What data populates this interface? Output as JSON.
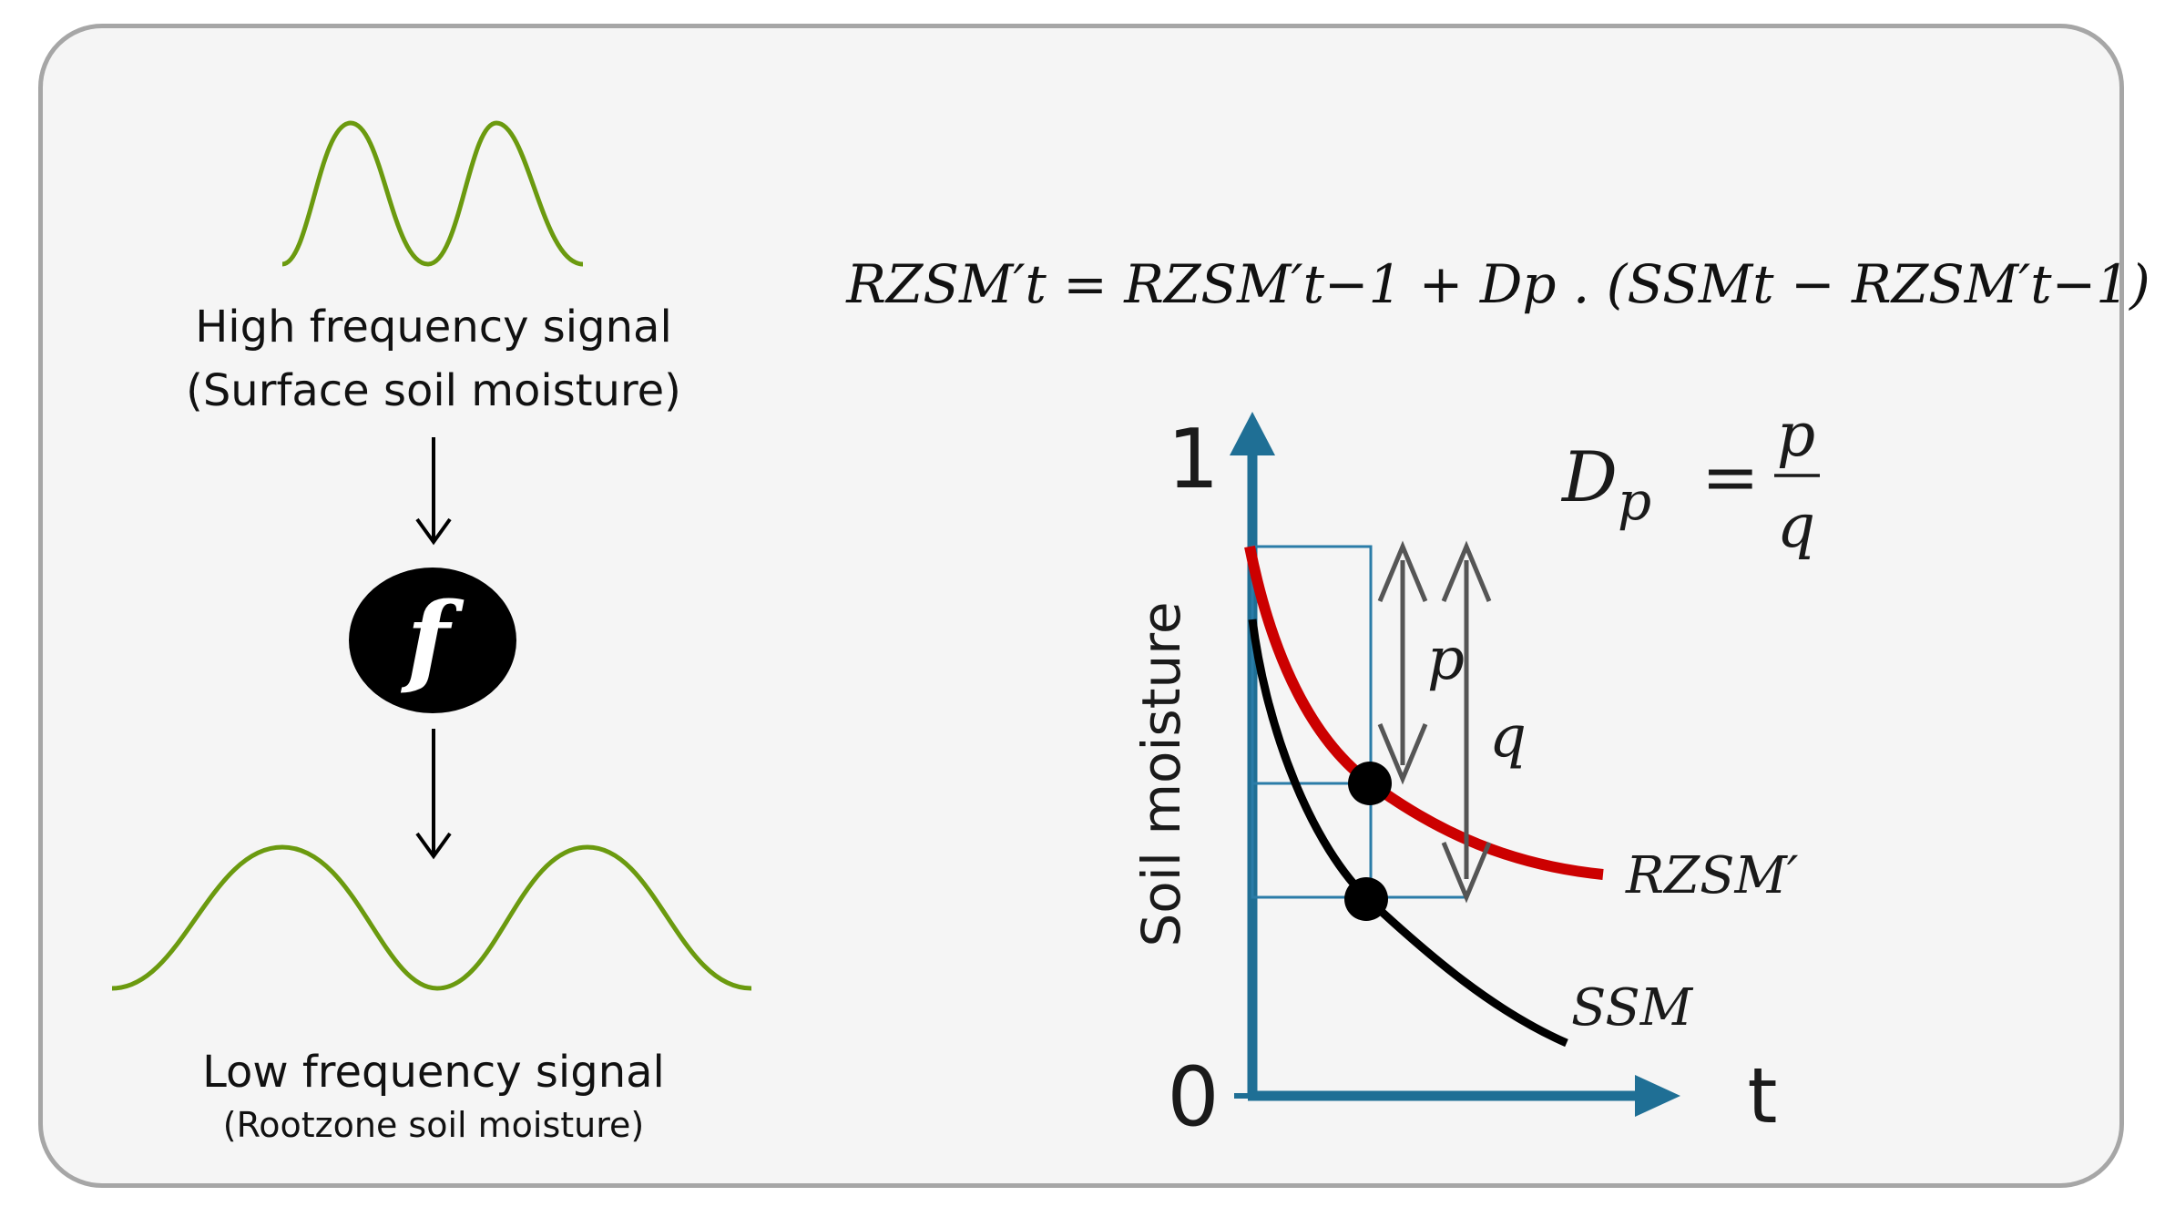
{
  "left": {
    "high_signal_label": "High frequency signal",
    "high_signal_sub": "(Surface soil moisture)",
    "function_symbol": "f",
    "low_signal_label": "Low frequency signal",
    "low_signal_sub": "(Rootzone soil moisture)",
    "signal_color": "#6b9a0f"
  },
  "equation": {
    "text": "RZSM′t = RZSM′t−1 + Dp . (SSMt − RZSM′t−1)"
  },
  "ratio": {
    "lhs": "D",
    "lhs_sub": "p",
    "equals": "=",
    "numerator": "p",
    "denominator": "q"
  },
  "chart": {
    "y_axis_label": "Soil moisture",
    "x_axis_label": "t",
    "y_tick_top": "1",
    "y_tick_bottom": "0",
    "p_label": "p",
    "q_label": "q",
    "rzsm_label": "RZSM′",
    "ssm_label": "SSM",
    "axis_color": "#1f6f95",
    "rzsm_color": "#cc0000",
    "ssm_color": "#000000"
  }
}
